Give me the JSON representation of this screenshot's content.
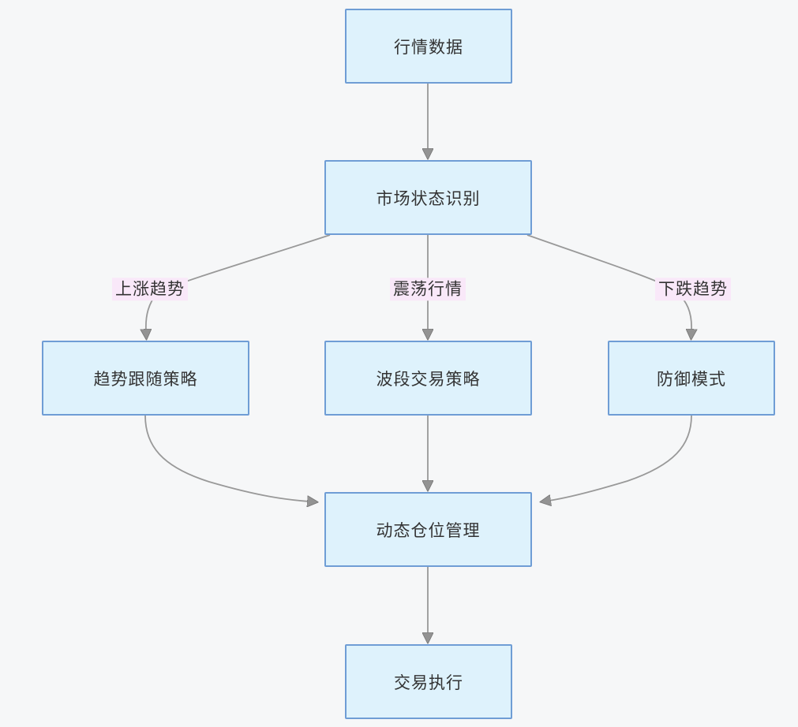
{
  "diagram": {
    "type": "flowchart",
    "direction": "top-down",
    "nodes": [
      {
        "id": "market-data",
        "label": "行情数据"
      },
      {
        "id": "market-state-recognition",
        "label": "市场状态识别"
      },
      {
        "id": "trend-following-strategy",
        "label": "趋势跟随策略"
      },
      {
        "id": "swing-trading-strategy",
        "label": "波段交易策略"
      },
      {
        "id": "defense-mode",
        "label": "防御模式"
      },
      {
        "id": "dynamic-position-management",
        "label": "动态仓位管理"
      },
      {
        "id": "trade-execution",
        "label": "交易执行"
      }
    ],
    "edges": [
      {
        "from": "market-data",
        "to": "market-state-recognition",
        "label": ""
      },
      {
        "from": "market-state-recognition",
        "to": "trend-following-strategy",
        "label": "上涨趋势"
      },
      {
        "from": "market-state-recognition",
        "to": "swing-trading-strategy",
        "label": "震荡行情"
      },
      {
        "from": "market-state-recognition",
        "to": "defense-mode",
        "label": "下跌趋势"
      },
      {
        "from": "trend-following-strategy",
        "to": "dynamic-position-management",
        "label": ""
      },
      {
        "from": "swing-trading-strategy",
        "to": "dynamic-position-management",
        "label": ""
      },
      {
        "from": "defense-mode",
        "to": "dynamic-position-management",
        "label": ""
      },
      {
        "from": "dynamic-position-management",
        "to": "trade-execution",
        "label": ""
      }
    ]
  },
  "colors": {
    "background": "#f6f7f8",
    "node-fill": "#def2fc",
    "node-border": "#6f9dd5",
    "node-text": "#333333",
    "edge-line": "#999999",
    "edge-label-bg": "#f9e8f9",
    "edge-label-text": "#333333"
  }
}
